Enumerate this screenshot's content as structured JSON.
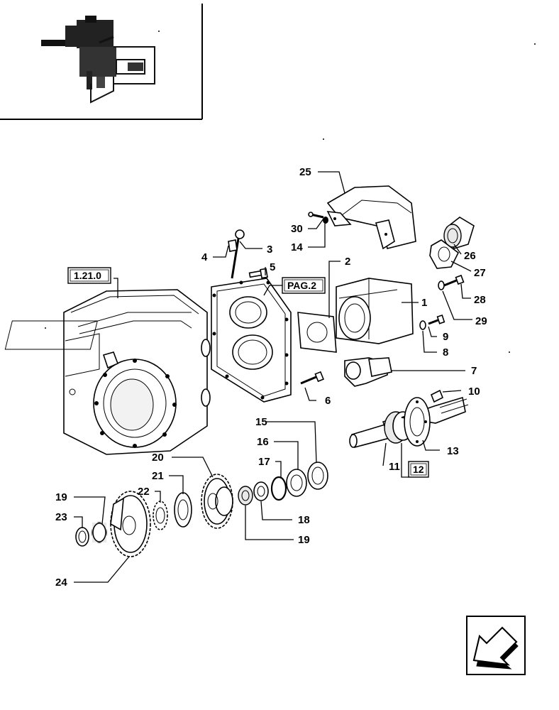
{
  "diagram": {
    "callouts": [
      {
        "id": "c1",
        "text": "1"
      },
      {
        "id": "c2",
        "text": "2"
      },
      {
        "id": "c3",
        "text": "3"
      },
      {
        "id": "c4",
        "text": "4"
      },
      {
        "id": "c5",
        "text": "5"
      },
      {
        "id": "c6",
        "text": "6"
      },
      {
        "id": "c7",
        "text": "7"
      },
      {
        "id": "c8",
        "text": "8"
      },
      {
        "id": "c9",
        "text": "9"
      },
      {
        "id": "c10",
        "text": "10"
      },
      {
        "id": "c11",
        "text": "11"
      },
      {
        "id": "c13",
        "text": "13"
      },
      {
        "id": "c14",
        "text": "14"
      },
      {
        "id": "c15",
        "text": "15"
      },
      {
        "id": "c16",
        "text": "16"
      },
      {
        "id": "c17",
        "text": "17"
      },
      {
        "id": "c18",
        "text": "18"
      },
      {
        "id": "c19a",
        "text": "19"
      },
      {
        "id": "c19b",
        "text": "19"
      },
      {
        "id": "c20",
        "text": "20"
      },
      {
        "id": "c21",
        "text": "21"
      },
      {
        "id": "c22",
        "text": "22"
      },
      {
        "id": "c23",
        "text": "23"
      },
      {
        "id": "c24",
        "text": "24"
      },
      {
        "id": "c25",
        "text": "25"
      },
      {
        "id": "c26",
        "text": "26"
      },
      {
        "id": "c27",
        "text": "27"
      },
      {
        "id": "c28",
        "text": "28"
      },
      {
        "id": "c29",
        "text": "29"
      },
      {
        "id": "c30",
        "text": "30"
      }
    ],
    "boxed_refs": {
      "ref_1210": "1.21.0",
      "ref_pag2": "PAG.2",
      "ref_12": "12"
    }
  },
  "nav": {
    "arrow_icon": "back-arrow-icon"
  }
}
